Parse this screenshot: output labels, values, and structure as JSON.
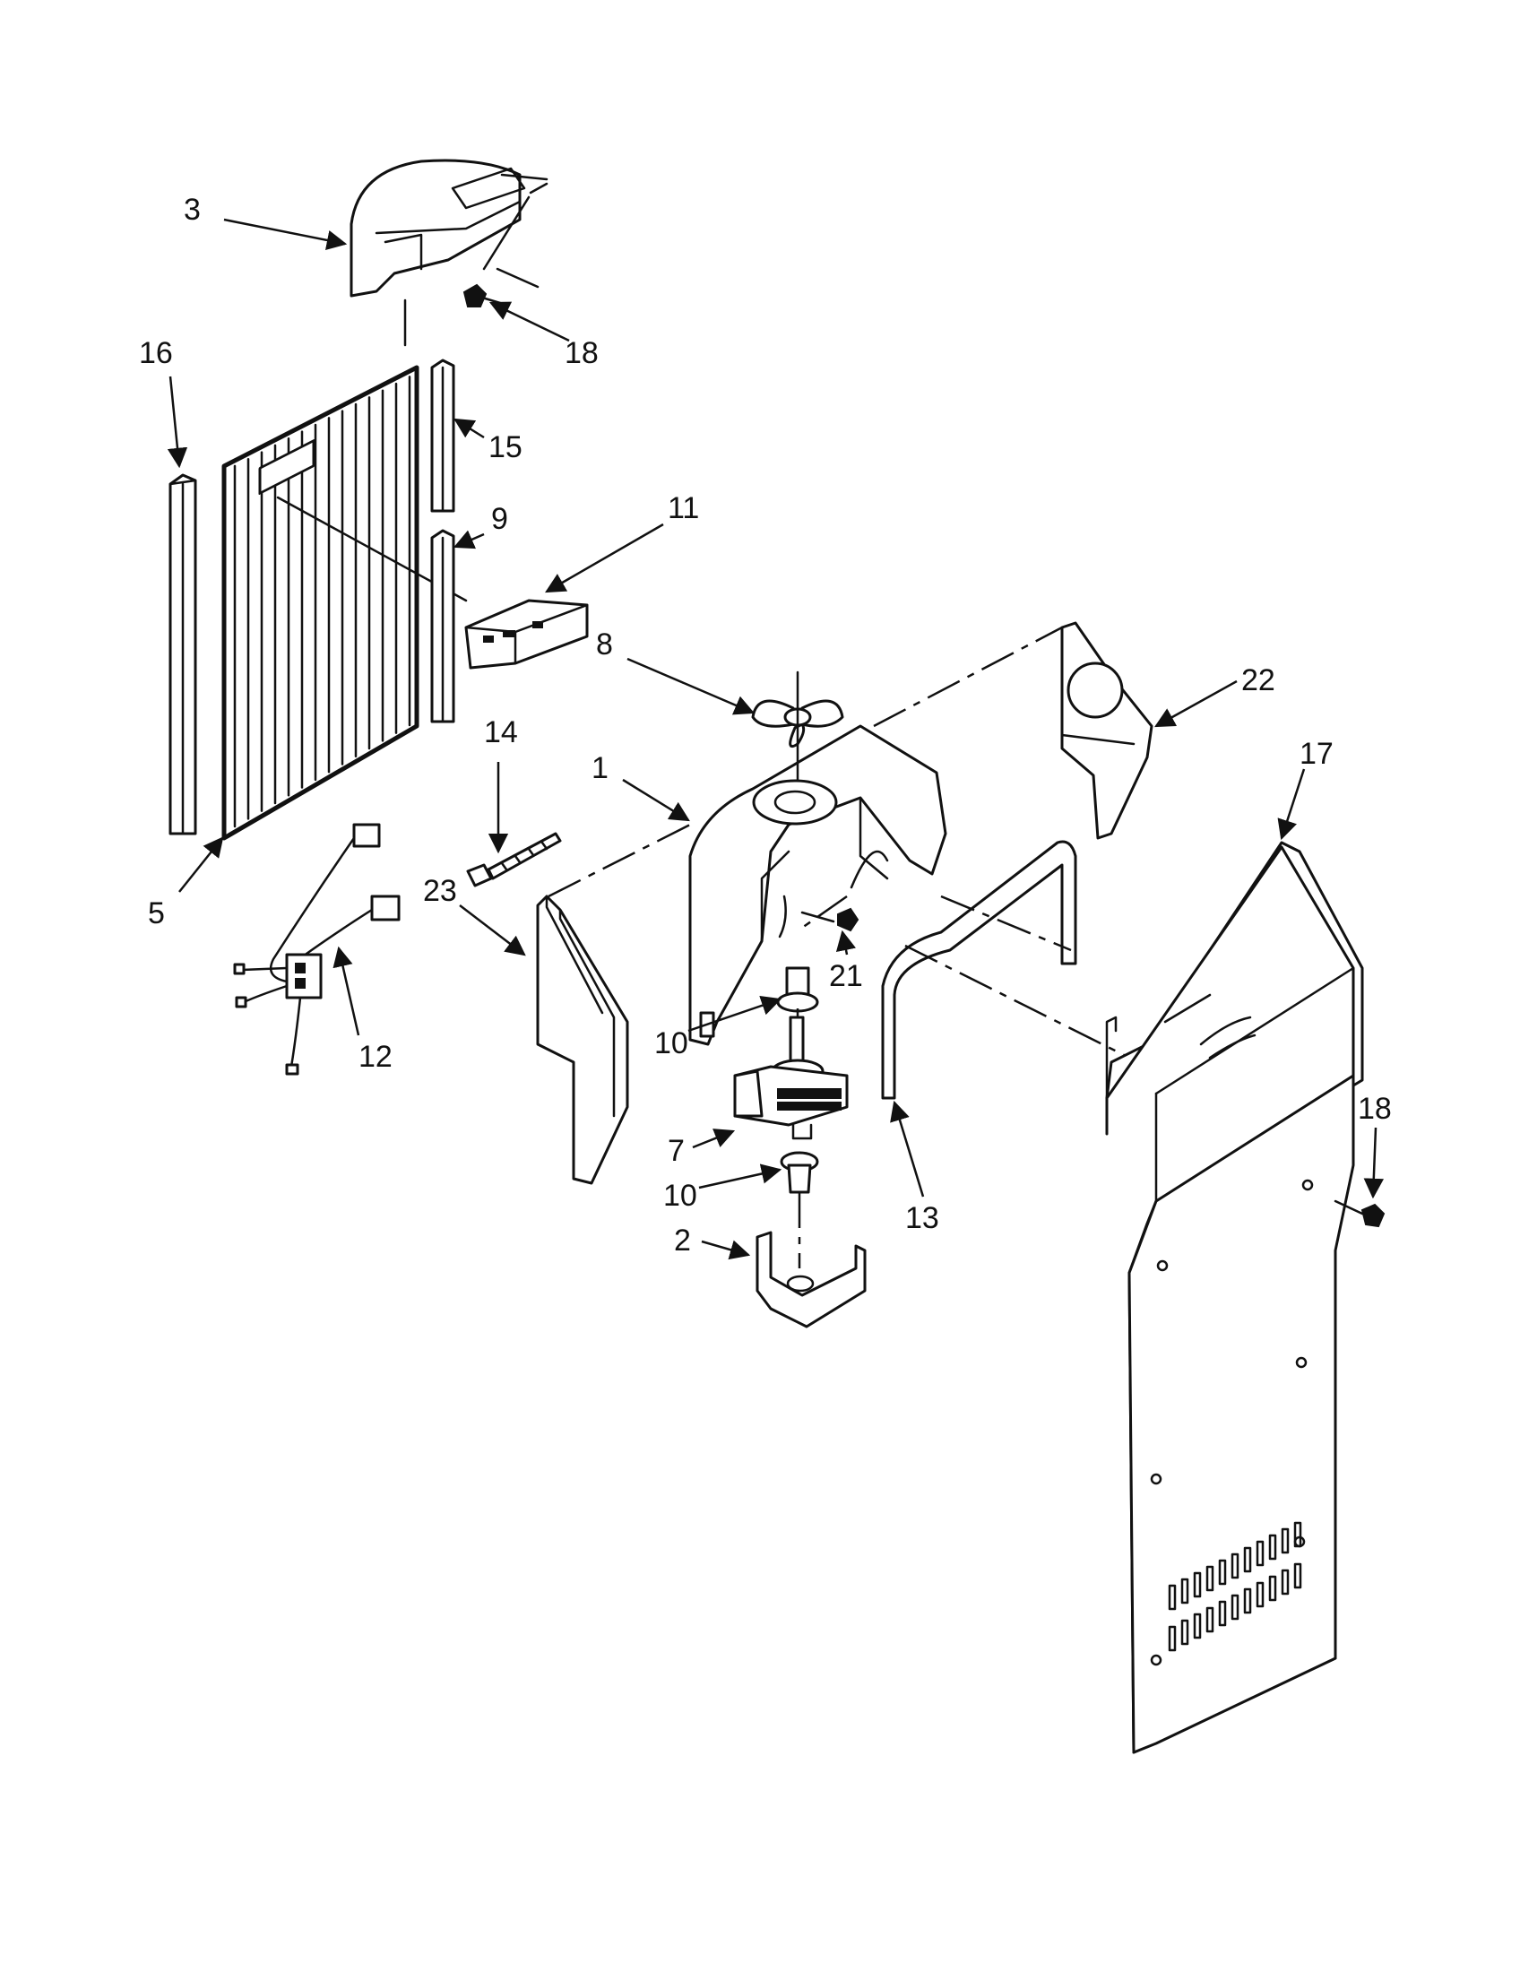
{
  "callouts": {
    "c1": "1",
    "c2": "2",
    "c3": "3",
    "c5": "5",
    "c7": "7",
    "c8": "8",
    "c9": "9",
    "c10a": "10",
    "c10b": "10",
    "c11": "11",
    "c12": "12",
    "c13": "13",
    "c14": "14",
    "c15": "15",
    "c16": "16",
    "c17": "17",
    "c18a": "18",
    "c18b": "18",
    "c21": "21",
    "c22": "22",
    "c23": "23"
  },
  "colors": {
    "line": "#111111",
    "background": "#ffffff"
  }
}
